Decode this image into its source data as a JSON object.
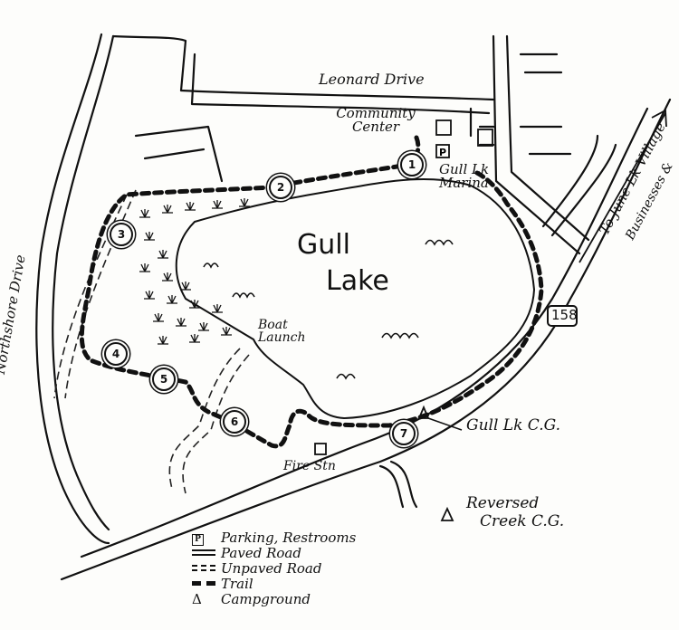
{
  "labels": {
    "road_leonard": "Leonard Drive",
    "road_northshore": "Northshore Drive",
    "community_center": "Community Center",
    "marina": "Gull Lk Marina",
    "direction": "To June Lk Village",
    "direction2": "Businesses &",
    "lake_line1": "Gull",
    "lake_line2": "Lake",
    "highway": "158",
    "boat_launch": "Boat Launch",
    "campground_gull": "Gull Lk C.G.",
    "fire_station": "Fire Stn",
    "campground_reversed_line1": "Reversed",
    "campground_reversed_line2": "Creek C.G.",
    "parking_symbol": "P"
  },
  "trail_markers": [
    "1",
    "2",
    "3",
    "4",
    "5",
    "6",
    "7"
  ],
  "legend": [
    {
      "symbol": "parking-icon",
      "label": "Parking, Restrooms"
    },
    {
      "symbol": "paved-road",
      "label": "Paved Road"
    },
    {
      "symbol": "unpaved-road",
      "label": "Unpaved Road"
    },
    {
      "symbol": "trail",
      "label": "Trail"
    },
    {
      "symbol": "campground-icon",
      "label": "Campground"
    }
  ],
  "colors": {
    "ink": "#111111",
    "paper": "#fdfdfb"
  }
}
